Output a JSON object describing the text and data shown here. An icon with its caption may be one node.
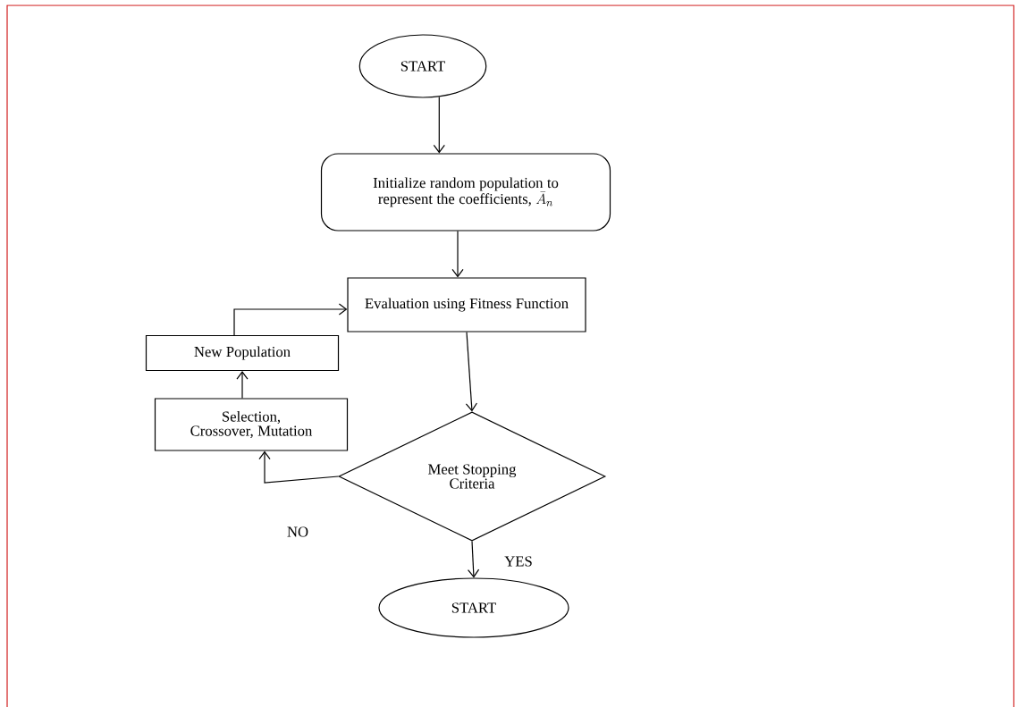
{
  "diagram": {
    "nodes": [
      {
        "text": [
          "START"
        ]
      },
      {
        "text": [
          "Initialize random population to represent the coefficients,",
          "\\bar{A}_n"
        ]
      },
      {
        "text": [
          "Evaluation using Fitness Function"
        ]
      },
      {
        "text": [
          "New Population"
        ]
      },
      {
        "text": [
          "Selection, Crossover, Mutation"
        ]
      },
      {
        "text": [
          "Meet Stopping Criteria"
        ]
      },
      {
        "text": [
          "START"
        ]
      }
    ],
    "edges": [
      {
        "from": 0,
        "to": 1,
        "arrow": "to"
      },
      {
        "from": 1,
        "to": 2,
        "arrow": "to"
      },
      {
        "from": 2,
        "to": 5,
        "arrow": "to"
      },
      {
        "from": 5,
        "to": 4,
        "arrow": "to",
        "label": "NO"
      },
      {
        "from": 4,
        "to": 3,
        "arrow": "to"
      },
      {
        "from": 3,
        "to": 2,
        "arrow": "to"
      },
      {
        "from": 5,
        "to": 6,
        "arrow": "to",
        "label": "YES"
      }
    ]
  }
}
